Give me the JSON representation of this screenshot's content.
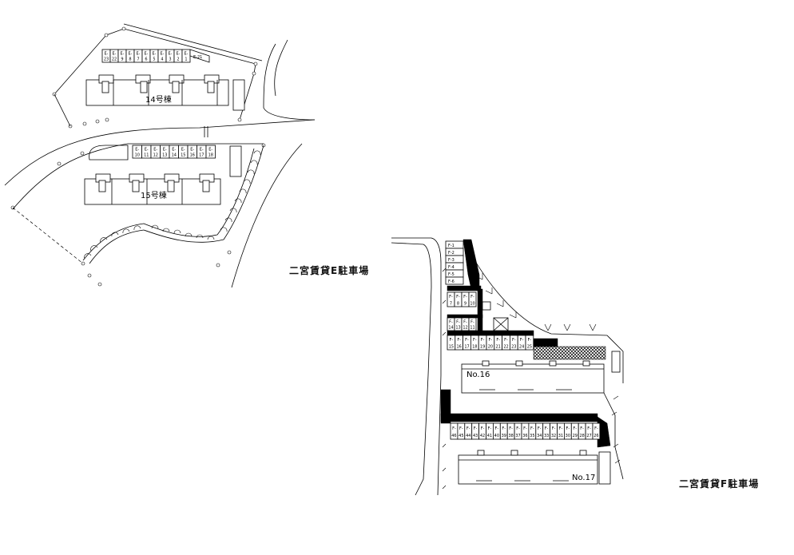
{
  "titles": {
    "lot_e": "二宮賃貸E駐車場",
    "lot_f": "二宮賃貸F駐車場"
  },
  "buildings": {
    "b14": "14号棟",
    "b15": "15号棟",
    "no16": "No.16",
    "no17": "No.17"
  },
  "lot_e_slots": {
    "row_top": [
      "E-23",
      "E-22",
      "E-9",
      "E-8",
      "E-7",
      "E-6",
      "E-5",
      "E-4",
      "E-3",
      "E-2",
      "E-1"
    ],
    "row_top_extra": "E-21",
    "row_bottom": [
      "E-10",
      "E-11",
      "E-12",
      "E-13",
      "E-14",
      "E-15",
      "E-16",
      "E-17",
      "E-18"
    ]
  },
  "lot_f_slots": {
    "column": [
      "F-1",
      "F-2",
      "F-3",
      "F-4",
      "F-5",
      "F-6"
    ],
    "block_a": [
      "F-7",
      "F-8",
      "F-9",
      "F-10"
    ],
    "block_b": [
      "F-14",
      "F-13",
      "F-12",
      "F-11"
    ],
    "row_main": [
      "F-15",
      "F-16",
      "F-17",
      "F-18",
      "F-19",
      "F-20",
      "F-21",
      "F-22",
      "F-23",
      "F-24",
      "F-25"
    ],
    "row_lower": [
      "F-46",
      "F-45",
      "F-44",
      "F-43",
      "F-42",
      "F-41",
      "F-40",
      "F-39",
      "F-38",
      "F-37",
      "F-36",
      "F-35",
      "F-34",
      "F-33",
      "F-32",
      "F-31",
      "F-30",
      "F-29",
      "F-28",
      "F-27",
      "F-26"
    ]
  }
}
